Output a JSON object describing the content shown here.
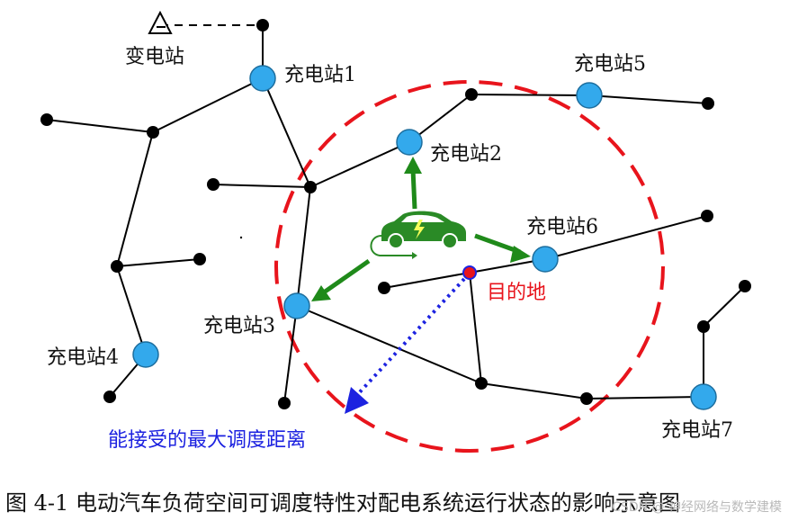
{
  "substation_label": "变电站",
  "stations": {
    "s1": "充电站1",
    "s2": "充电站2",
    "s3": "充电站3",
    "s4": "充电站4",
    "s5": "充电站5",
    "s6": "充电站6",
    "s7": "充电站7"
  },
  "destination_label": "目的地",
  "max_distance_label": "能接受的最大调度距离",
  "caption": "图 4-1  电动汽车负荷空间可调度特性对配电系统运行状态的影响示意图",
  "watermark": "CSDN @ 神经网络与数学建模",
  "colors": {
    "station_fill": "#33a9ec",
    "node_fill": "#000000",
    "range_circle": "#e8141c",
    "arrows": "#1f8a1a",
    "dotted_arrow": "#1c22e0"
  }
}
